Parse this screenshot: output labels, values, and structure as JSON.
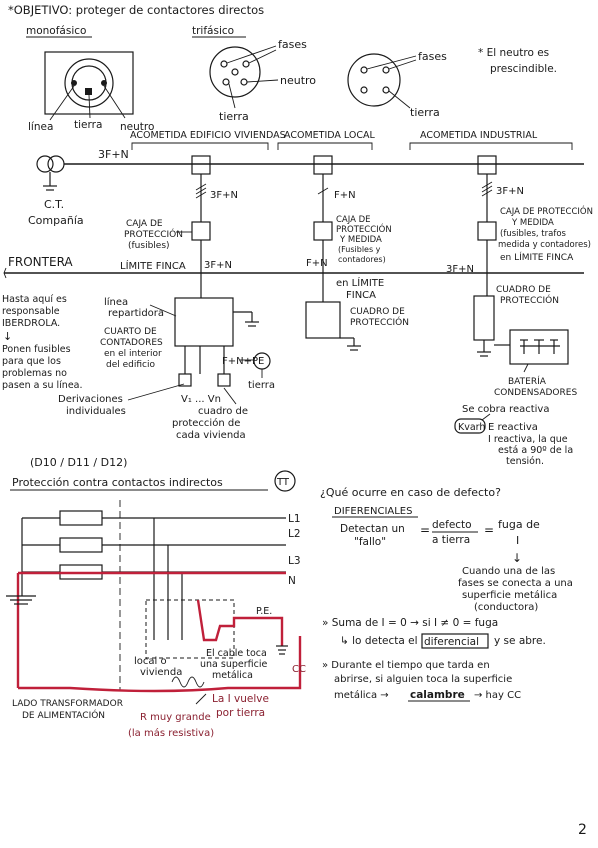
{
  "header": {
    "objective": "*OBJETIVO: proteger de contactores directos",
    "mono": "monofásico",
    "tri": "trifásico"
  },
  "sockets": {
    "mono_labels": [
      "línea",
      "tierra",
      "neutro"
    ],
    "tri1_labels": [
      "fases",
      "neutro",
      "tierra"
    ],
    "tri2_labels": [
      "fases",
      "tierra"
    ],
    "note": [
      "* El neutro es",
      "prescindible."
    ]
  },
  "acometidas": {
    "edificio": "ACOMETIDA EDIFICIO VIVIENDAS",
    "local": "ACOMETIDA LOCAL",
    "industrial": "ACOMETIDA INDUSTRIAL"
  },
  "network": {
    "feed": "3F+N",
    "ct": [
      "C.T.",
      "Compañía"
    ],
    "frontera": "FRONTERA",
    "hasta": [
      "Hasta aquí es",
      "responsable",
      "IBERDROLA."
    ],
    "ponen": [
      "Ponen fusibles",
      "para que los",
      "problemas no",
      "pasen a su línea."
    ]
  },
  "edificio": {
    "upper_feed": "3F+N",
    "caja": [
      "CAJA DE",
      "PROTECCIÓN",
      "(fusibles)"
    ],
    "limite": "LÍMITE FINCA",
    "lower_feed": "3F+N",
    "linea": [
      "línea",
      "repartidora"
    ],
    "cuarto": [
      "CUARTO DE",
      "CONTADORES",
      "en el interior",
      "del edificio"
    ],
    "fnpe": "F+N+PE",
    "tierra": "tierra",
    "derivaciones": [
      "Derivaciones",
      "individuales"
    ],
    "v_labels": [
      "V₁ ... Vn"
    ],
    "cuadro": [
      "cuadro de",
      "protección de",
      "cada vivienda"
    ]
  },
  "local": {
    "feed": "F+N",
    "caja": [
      "CAJA DE",
      "PROTECCIÓN",
      "Y MEDIDA",
      "(Fusibles y",
      "contadores)"
    ],
    "lower_feed": "F+N",
    "limite": [
      "en LÍMITE",
      "FINCA"
    ],
    "cuadro": [
      "CUADRO DE",
      "PROTECCIÓN"
    ]
  },
  "industrial": {
    "feed": "3F+N",
    "caja": [
      "CAJA DE PROTECCIÓN",
      "Y MEDIDA",
      "(fusibles, trafos",
      "medida y contadores)",
      "en LÍMITE FINCA"
    ],
    "lower_feed": "3F+N",
    "cuadro": [
      "CUADRO DE",
      "PROTECCIÓN"
    ],
    "bateria": [
      "BATERÍA",
      "CONDENSADORES"
    ],
    "reactiva": "Se cobra reactiva",
    "kvarh": "Kvarh",
    "ereactiva": "E reactiva",
    "ireact": [
      "I reactiva, la que",
      "está a 90º de la",
      "tensión."
    ]
  },
  "section2": {
    "codes": "(D10 / D11 / D12)",
    "title": "Protección contra contactos indirectos",
    "tt": "TT",
    "lines": [
      "L1",
      "L2",
      "L3",
      "N"
    ],
    "pe": "P.E.",
    "cc": "CC",
    "local": [
      "local o",
      "vivienda"
    ],
    "cable": [
      "El cable toca",
      "una superficie",
      "metálica"
    ],
    "lado": [
      "LADO TRANSFORMADOR",
      "DE ALIMENTACIÓN"
    ],
    "rgrande": [
      "R muy grande",
      "(la más resistiva)"
    ],
    "lavuelve": [
      "La I vuelve",
      "por tierra"
    ]
  },
  "notes": {
    "question": "¿Qué ocurre en caso de defecto?",
    "dif_title": "DIFERENCIALES",
    "detectan": [
      "Detectan un",
      "\"fallo\""
    ],
    "eq1": "=",
    "defecto": [
      "defecto",
      "a tierra"
    ],
    "eq2": "=",
    "fuga": [
      "fuga de",
      "I"
    ],
    "cuando": [
      "Cuando una de las",
      "fases se conecta a una",
      "superficie metálica",
      "(conductora)"
    ],
    "suma": "» Suma de I = 0 → si I ≠ 0 = fuga",
    "detecta_a": "↳ lo detecta el",
    "detecta_b": "diferencial",
    "detecta_c": "y se abre.",
    "durante": [
      "» Durante el tiempo que tarda en",
      "abrirse, si alguien toca la superficie"
    ],
    "metalica_a": "metálica →",
    "calambre": "calambre",
    "metalica_c": "→ hay CC"
  },
  "page_number": "2"
}
